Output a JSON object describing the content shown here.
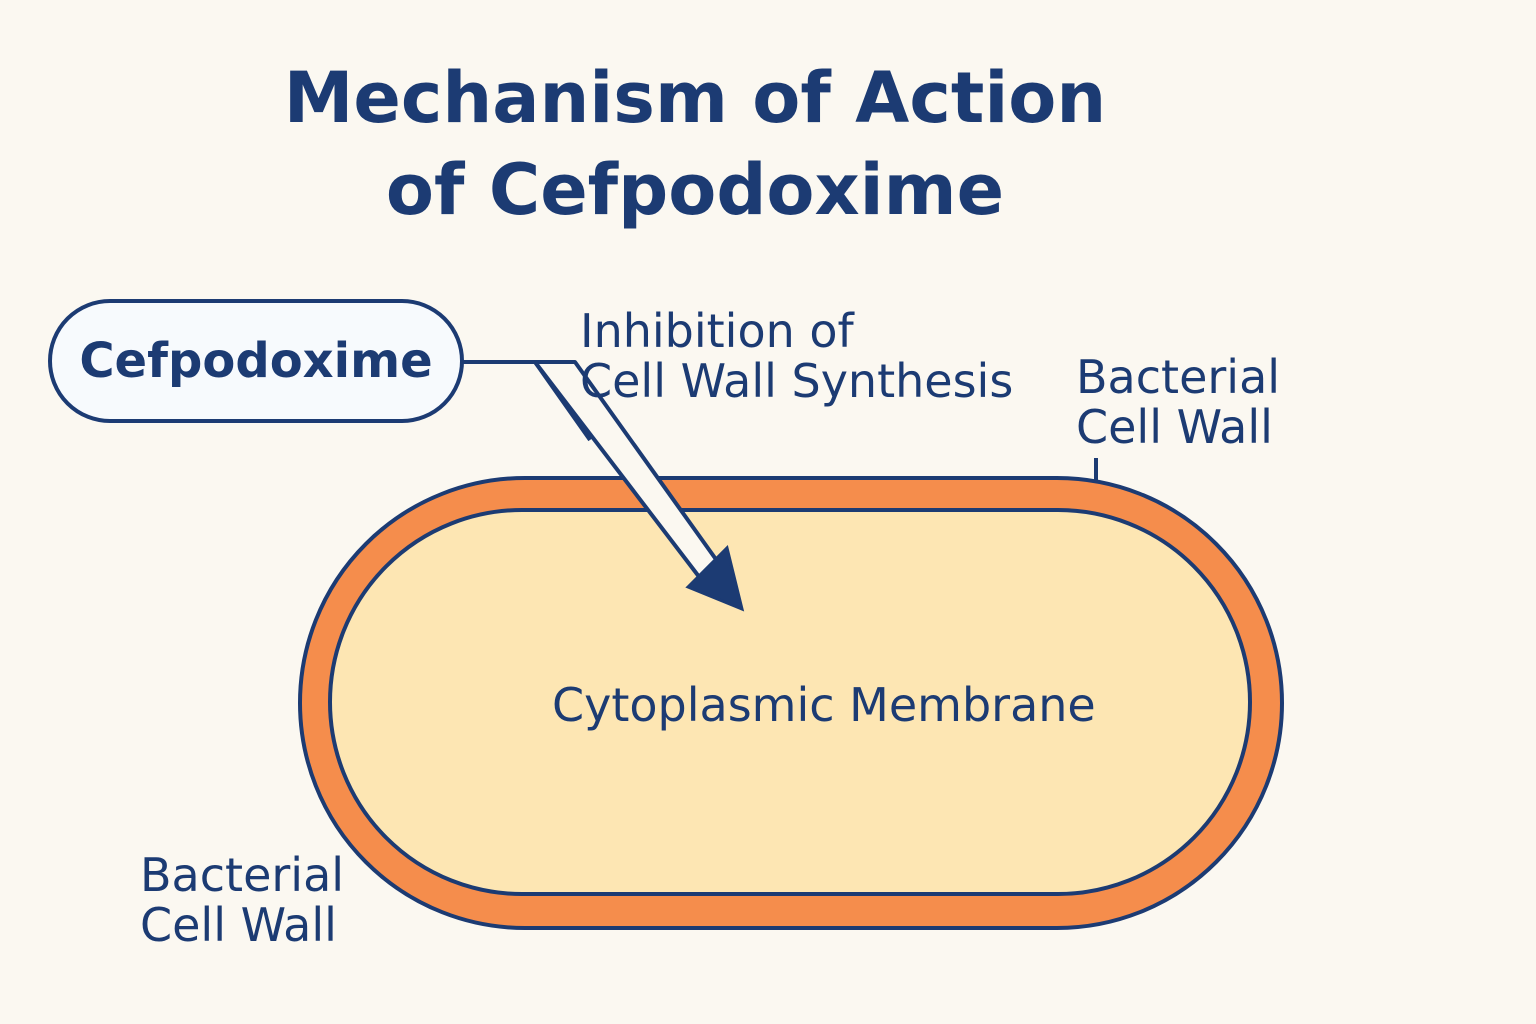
{
  "title": {
    "line1": "Mechanism of Action",
    "line2": "of Cefpodoxime"
  },
  "drug": {
    "label": "Cefpodoxime"
  },
  "annotations": {
    "inhibition_line1": "Inhibition of",
    "inhibition_line2": "Cell Wall Synthesis",
    "wall_top_line1": "Bacterial",
    "wall_top_line2": "Cell Wall",
    "wall_bottom_line1": "Bacterial",
    "wall_bottom_line2": "Cell Wall",
    "membrane": "Cytoplasmic Membrane"
  },
  "colors": {
    "navy": "#1c3b73",
    "cell_wall": "#f58d4c",
    "cytoplasm": "#fde6b3",
    "background": "#fbf8f1",
    "drug_fill": "#f7fafd"
  }
}
